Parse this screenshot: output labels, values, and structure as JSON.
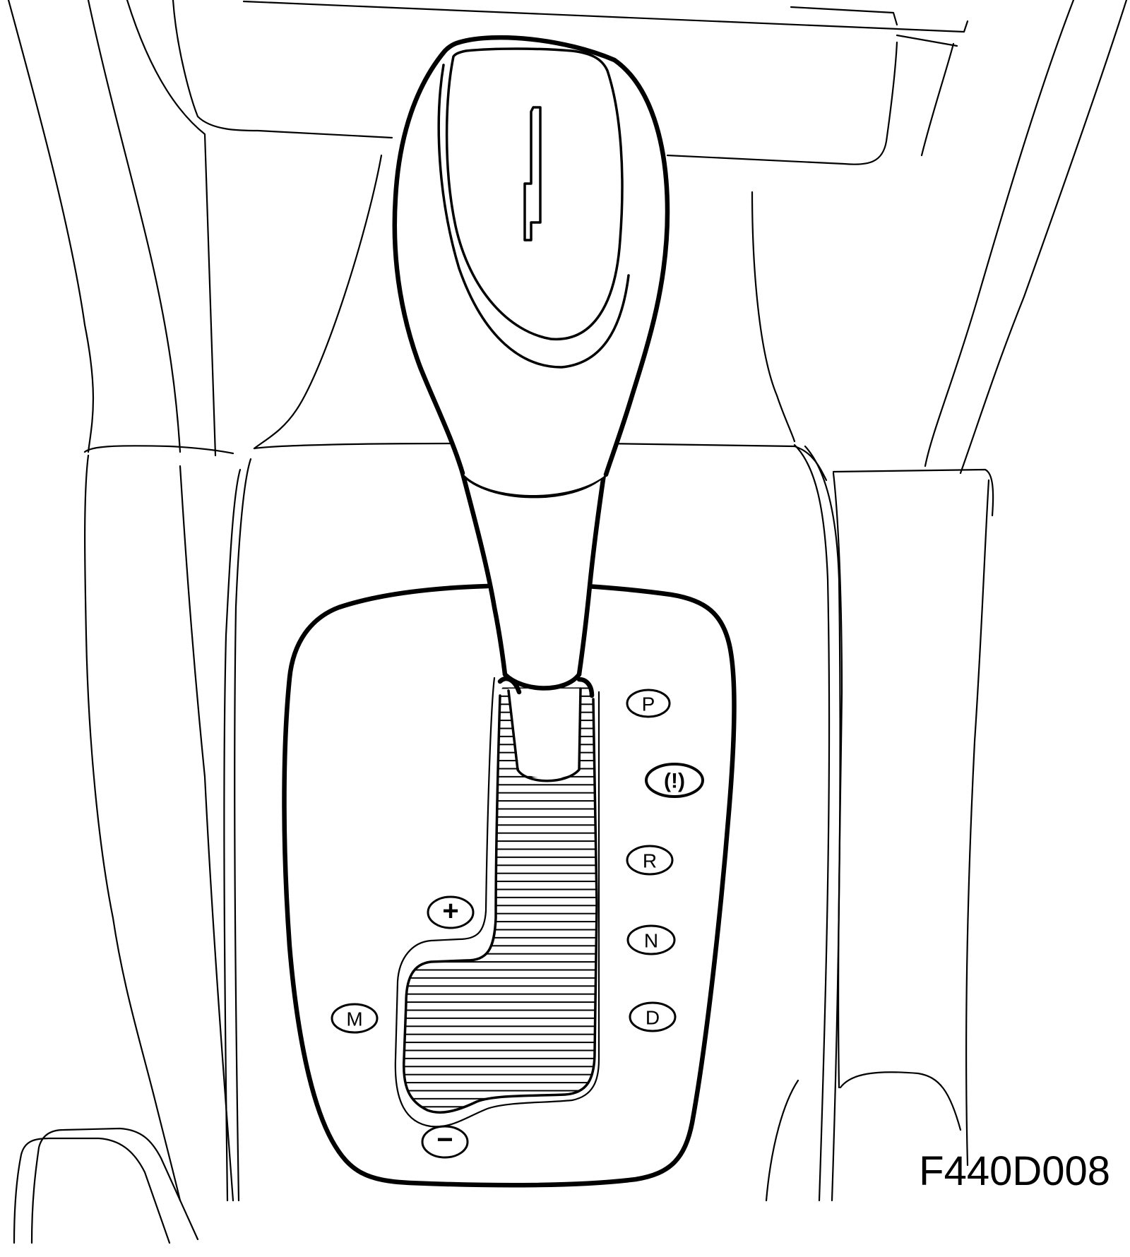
{
  "figure_id": "F440D008",
  "gear_positions": [
    {
      "label": "P"
    },
    {
      "label": "(!)"
    },
    {
      "label": "R"
    },
    {
      "label": "N"
    },
    {
      "label": "D"
    }
  ],
  "manual_gate": {
    "mode_label": "M",
    "upshift_label": "+",
    "downshift_label": "−"
  }
}
